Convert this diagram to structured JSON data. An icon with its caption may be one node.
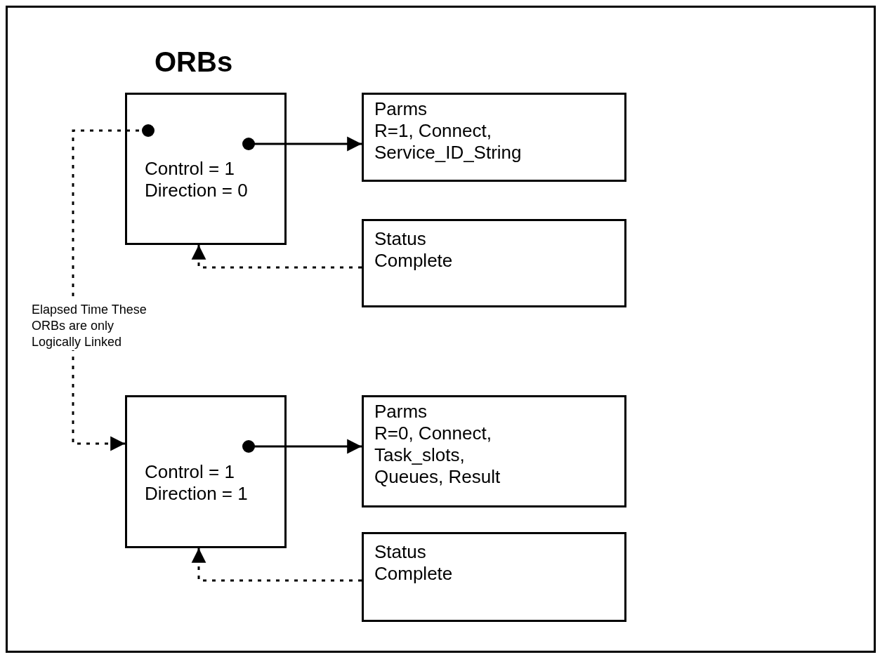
{
  "diagram": {
    "title": "ORBs",
    "nodes": [
      {
        "text": [
          "Control = 1 Direction = 0"
        ]
      },
      {
        "text": [
          "Parms",
          "R=1, Connect, Service_ID_String"
        ]
      },
      {
        "text": [
          "Status",
          "Complete"
        ]
      },
      {
        "text": [
          "Control = 1 Direction = 1"
        ]
      },
      {
        "text": [
          "Parms",
          "R=0, Connect, Task_slots, Queues, Result"
        ]
      },
      {
        "text": [
          "Status",
          "Complete"
        ]
      }
    ],
    "edges": [
      {
        "from": 0,
        "to": 1,
        "arrow": "to"
      },
      {
        "from": 2,
        "to": 0,
        "arrow": "to",
        "style": "dashed"
      },
      {
        "from": 0,
        "to": 3,
        "arrow": "to",
        "style": "dashed",
        "label": "Elapsed Time These ORBs are only Logically Linked"
      },
      {
        "from": 3,
        "to": 4,
        "arrow": "to"
      },
      {
        "from": 5,
        "to": 3,
        "arrow": "to",
        "style": "dashed"
      }
    ]
  }
}
